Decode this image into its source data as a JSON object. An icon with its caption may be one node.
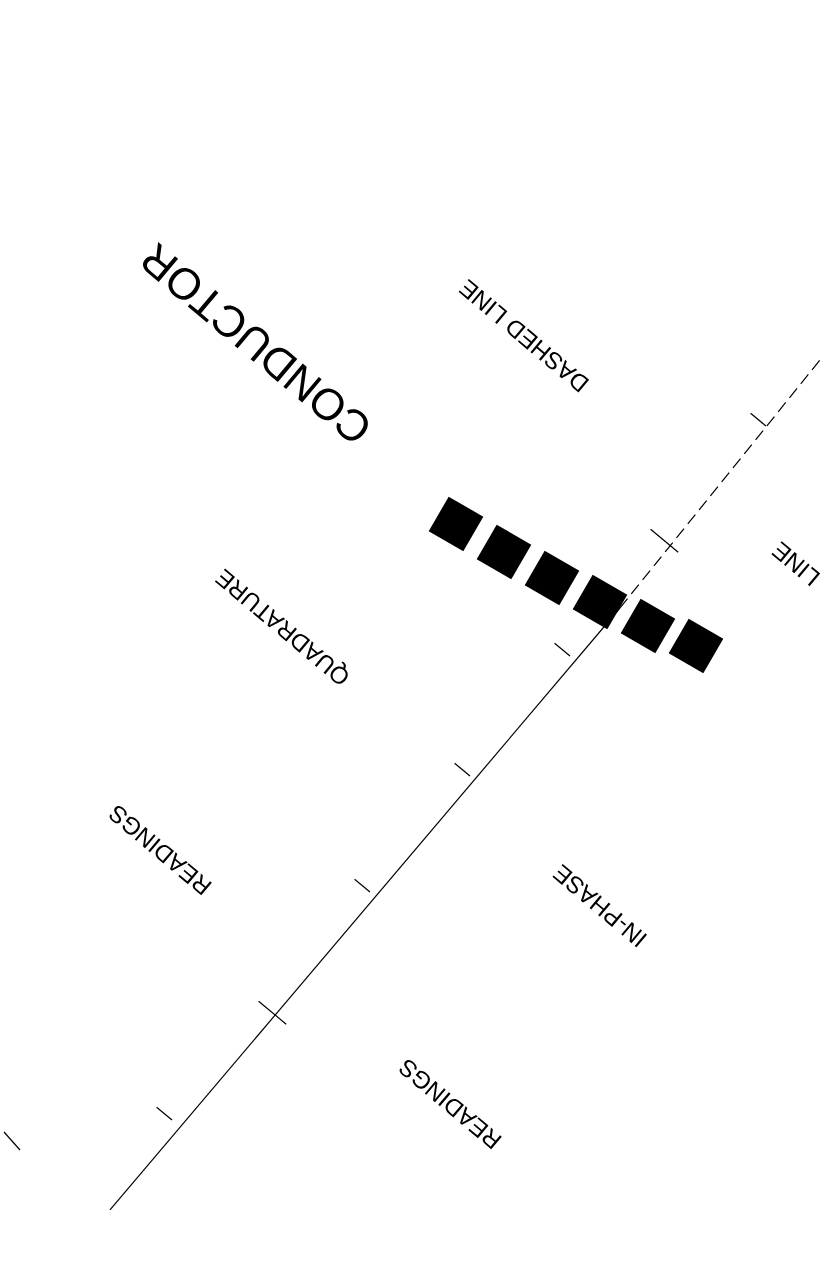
{
  "diagram": {
    "labels": [
      "CONDUCTOR",
      "DASHED LINE",
      "LINE",
      "QUADRATURE",
      "READINGS",
      "IN-PHASE",
      "READINGS"
    ]
  }
}
